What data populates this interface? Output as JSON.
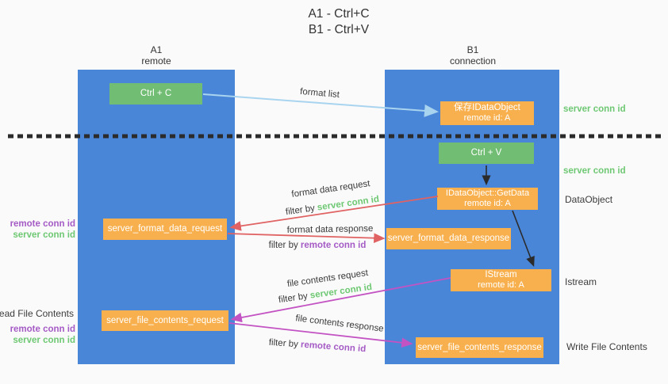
{
  "title": {
    "line1": "A1 - Ctrl+C",
    "line2": "B1 - Ctrl+V"
  },
  "lifelines": {
    "a1": {
      "name": "A1",
      "subtitle": "remote"
    },
    "b1": {
      "name": "B1",
      "subtitle": "connection"
    }
  },
  "boxes": {
    "ctrl_c": {
      "label": "Ctrl + C"
    },
    "save_idataobject": {
      "line1": "保存IDataObject",
      "line2": "remote id: A"
    },
    "ctrl_v": {
      "label": "Ctrl + V"
    },
    "getdata": {
      "line1": "IDataObject::GetData",
      "line2": "remote id: A"
    },
    "format_data_request": {
      "label": "server_format_data_request"
    },
    "format_data_response": {
      "label": "server_format_data_response"
    },
    "istream": {
      "line1": "IStream",
      "line2": "remote id: A"
    },
    "file_contents_request": {
      "label": "server_file_contents_request"
    },
    "file_contents_response": {
      "label": "server_file_contents_response"
    }
  },
  "right_labels": {
    "server_conn_id_top": "server conn id",
    "server_conn_id_mid": "server conn id",
    "dataobject": "DataObject",
    "istream": "Istream",
    "write_file_contents": "Write File Contents"
  },
  "left_labels": {
    "remote_conn_id_1": "remote conn id",
    "server_conn_id_1": "server conn id",
    "read_file_contents": "Read File Contents",
    "remote_conn_id_2": "remote conn id",
    "server_conn_id_2": "server conn id"
  },
  "flow_labels": {
    "format_list": "format list",
    "format_data_request": "format data request",
    "filter_by_1_prefix": "filter by ",
    "filter_by_1_key": "server conn id",
    "format_data_response": "format data response",
    "filter_by_2_prefix": "filter by ",
    "filter_by_2_key": "remote conn id",
    "file_contents_request": "file contents request",
    "filter_by_3_prefix": "filter by ",
    "filter_by_3_key": "server conn id",
    "file_contents_response": "file contents response",
    "filter_by_4_prefix": "filter by ",
    "filter_by_4_key": "remote conn id"
  },
  "colors": {
    "background": "#fafafa",
    "column_blue": "#4a86d8",
    "box_green": "#71bd73",
    "box_orange": "#f8b04e",
    "green_text": "#6ec873",
    "purple_text": "#a55bc5",
    "red_arrow": "#e06262",
    "magenta_arrow": "#c353c3",
    "light_blue_arrow": "#a9d4ef",
    "black_line": "#2b2b2b"
  }
}
